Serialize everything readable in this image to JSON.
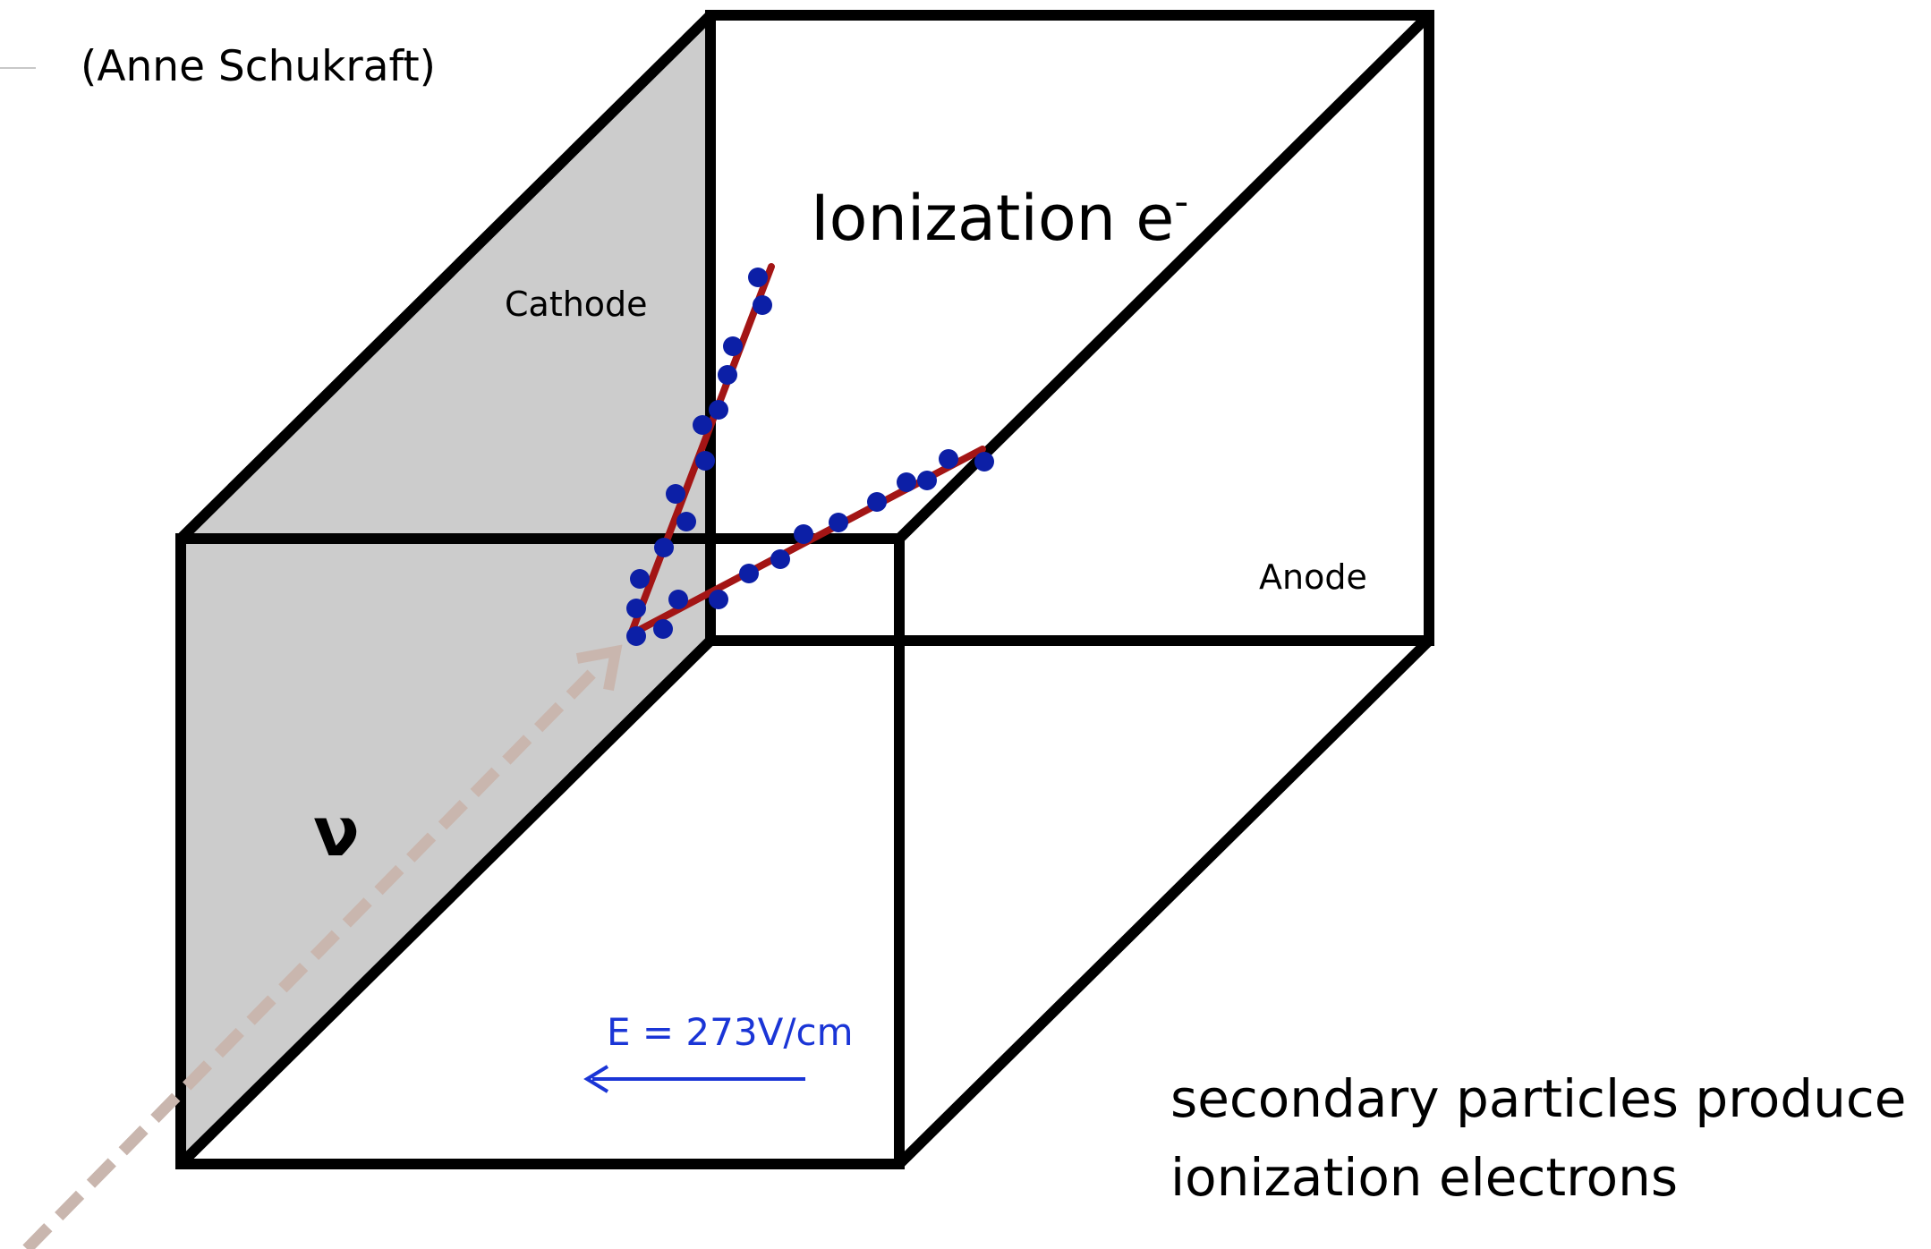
{
  "credit": "(Anne Schukraft)",
  "labels": {
    "ionization": "Ionization e",
    "ionization_sup": "-",
    "cathode": "Cathode",
    "anode": "Anode",
    "neutrino": "ν",
    "efield": "E = 273V/cm"
  },
  "caption": {
    "line1": "secondary particles produce",
    "line2": "ionization electrons"
  },
  "colors": {
    "outline": "#000000",
    "cathode_fill": "#cccccc",
    "track": "#a31515",
    "dots": "#0c1fa6",
    "neutrino_arrow": "#c9b6ae",
    "efield": "#1a35d6",
    "text": "#000000"
  }
}
